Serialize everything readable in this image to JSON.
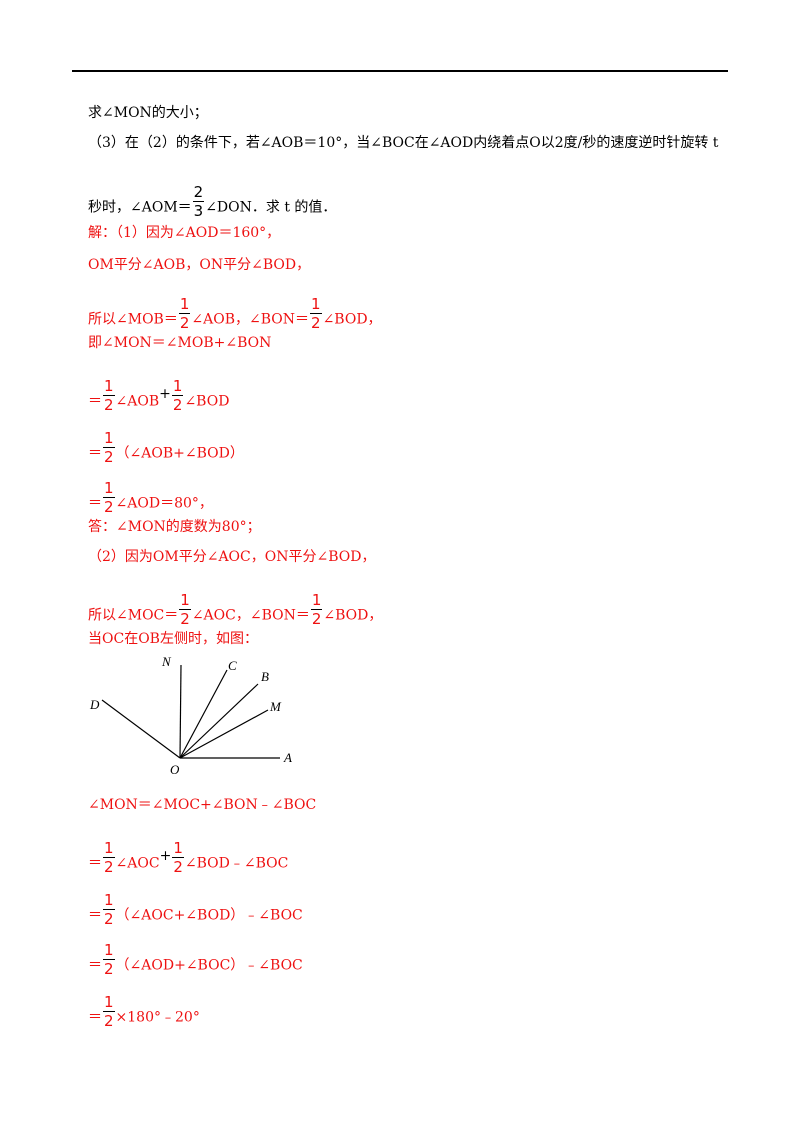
{
  "question": {
    "line1": "求∠MON的大小；",
    "line2": "（3）在（2）的条件下，若∠AOB＝10°，当∠BOC在∠AOD内绕着点O以2度/秒的速度逆时针旋转 t",
    "line3_a": "秒时，∠AOM＝",
    "line3_frac": {
      "num": "2",
      "den": "3"
    },
    "line3_b": "∠DON．求 t 的值．"
  },
  "solution": {
    "s1": "解：（1）因为∠AOD＝160°，",
    "s2": "OM平分∠AOB，ON平分∠BOD，",
    "s3_a": "所以∠MOB＝",
    "s3_b": "∠AOB，∠BON＝",
    "s3_c": "∠BOD，",
    "s4": "即∠MON＝∠MOB+∠BON",
    "s5_a": "＝",
    "s5_b": "∠AOB",
    "s5_c": "+",
    "s5_d": "∠BOD",
    "s6_a": "＝",
    "s6_b": "（∠AOB+∠BOD）",
    "s7_a": "＝",
    "s7_b": "∠AOD＝80°，",
    "s8": "答：∠MON的度数为80°；",
    "s9": "（2）因为OM平分∠AOC，ON平分∠BOD，",
    "s10_a": "所以∠MOC＝",
    "s10_b": "∠AOC，∠BON＝",
    "s10_c": "∠BOD，",
    "s11": "当OC在OB左侧时，如图：",
    "s12": "∠MON＝∠MOC+∠BON﹣∠BOC",
    "s13_a": "＝",
    "s13_b": "∠AOC",
    "s13_c": "+",
    "s13_d": "∠BOD﹣∠BOC",
    "s14_a": "＝",
    "s14_b": "（∠AOC+∠BOD）﹣∠BOC",
    "s15_a": "＝",
    "s15_b": "（∠AOD+∠BOC）﹣∠BOC",
    "s16_a": "＝",
    "s16_b": "×180°﹣20°",
    "half": {
      "num": "1",
      "den": "2"
    }
  },
  "figure": {
    "labels": {
      "N": "N",
      "C": "C",
      "B": "B",
      "M": "M",
      "D": "D",
      "O": "O",
      "A": "A"
    }
  }
}
